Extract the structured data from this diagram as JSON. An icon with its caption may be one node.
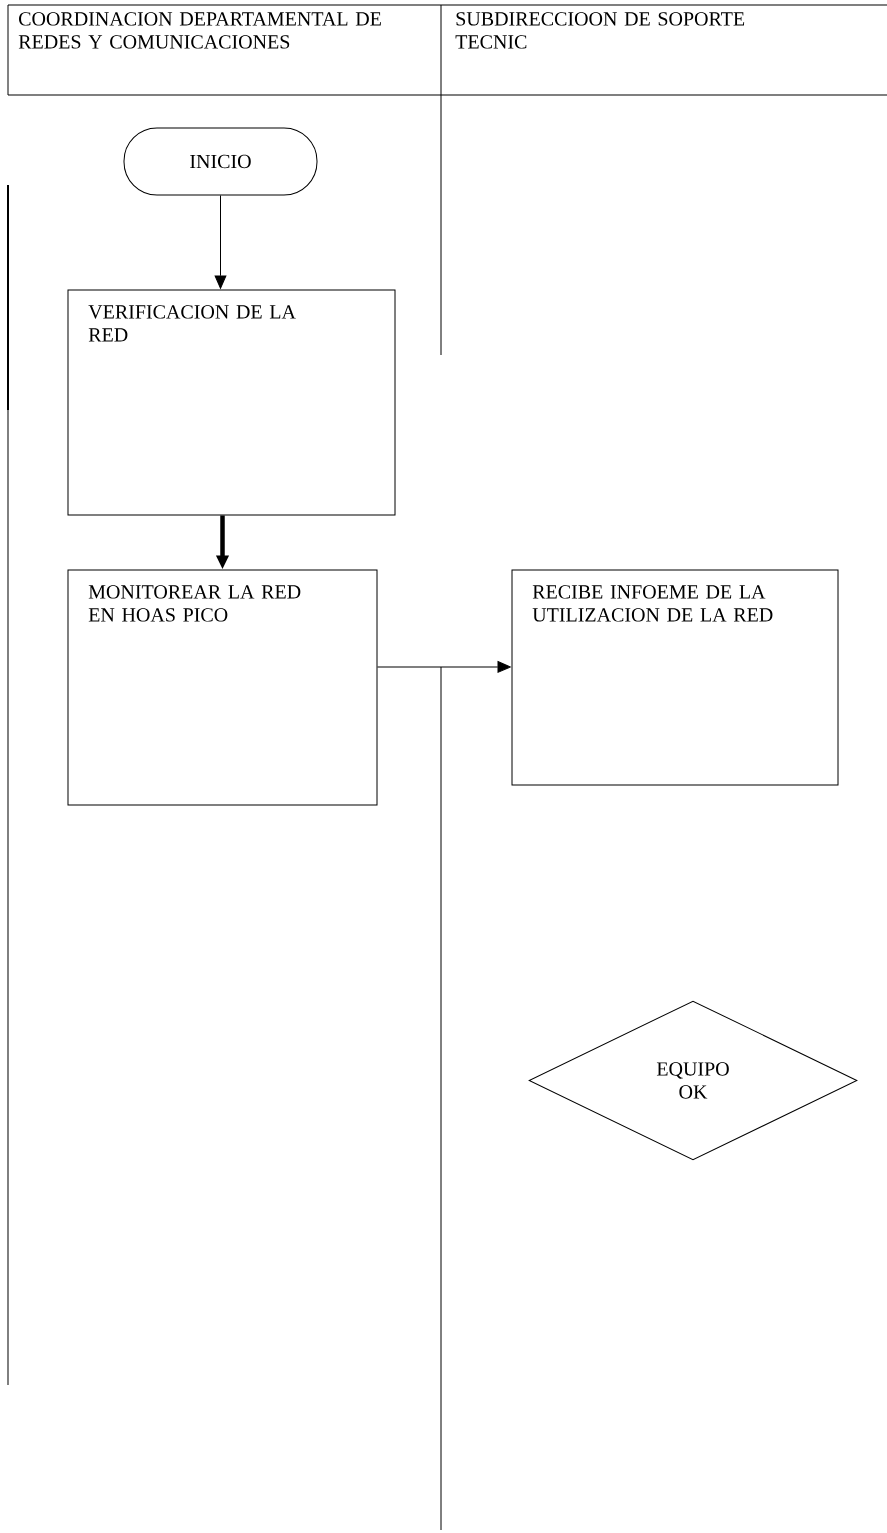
{
  "diagram": {
    "nodes": [
      {
        "text": [
          "INICIO"
        ]
      },
      {
        "text": [
          "VERIFICACION DE LA RED"
        ]
      },
      {
        "text": [
          "MONITOREAR LA RED EN HOAS PICO"
        ]
      },
      {
        "text": [
          "RECIBE INFOEME DE LA UTILIZACION DE LA RED"
        ]
      },
      {
        "text": [
          "EQUIPO OK"
        ]
      }
    ],
    "edges": [
      {
        "from": 0,
        "to": 1,
        "arrow": "to"
      },
      {
        "from": 1,
        "to": 2,
        "arrow": "to",
        "style": "thick"
      },
      {
        "from": 2,
        "to": 3,
        "arrow": "to"
      }
    ],
    "labels": [
      "COORDINACION DEPARTAMENTAL DE REDES Y COMUNICACIONES",
      "SUBDIRECCIOON DE SOPORTE TECNIC"
    ]
  }
}
